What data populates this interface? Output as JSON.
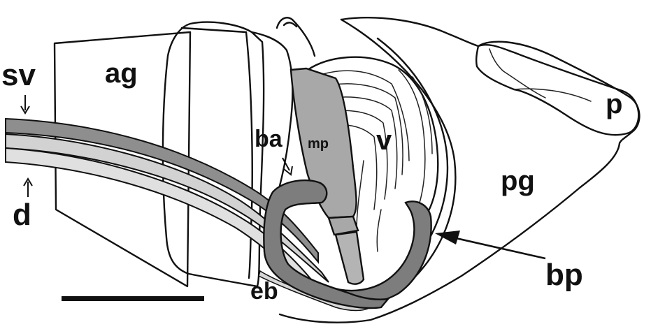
{
  "figure": {
    "labels": {
      "sv": "sv",
      "d": "d",
      "ag": "ag",
      "ba": "ba",
      "mp": "mp",
      "v": "v",
      "pg": "pg",
      "p": "p",
      "bp": "bp",
      "eb": "eb"
    },
    "colors": {
      "outline": "#111111",
      "dark_gray": "#7d7d7d",
      "medium_gray": "#a8a8a8",
      "light_gray": "#d2d2d2",
      "background": "#ffffff"
    }
  }
}
